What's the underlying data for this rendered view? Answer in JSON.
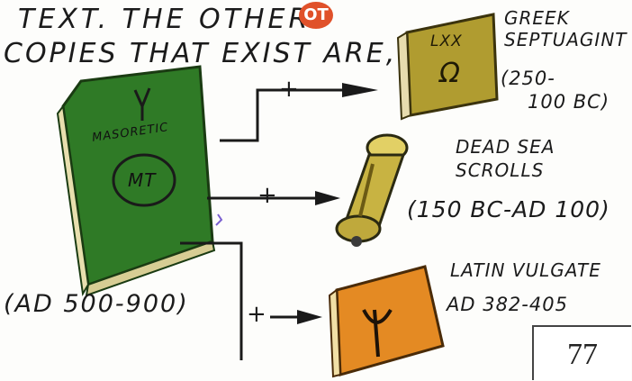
{
  "header": {
    "line1": "TEXT. THE OTHER",
    "badge": "OT",
    "line2": "COPIES THAT EXIST ARE,"
  },
  "masoretic_book": {
    "cover_word": "MASORETIC",
    "emblem": "MT",
    "date": "(AD 500-900)",
    "color": "#3f8a2e"
  },
  "septuagint": {
    "cover_text": "LXX",
    "symbol": "Ω",
    "label_line1": "GREEK",
    "label_line2": "SEPTUAGINT",
    "date_line1": "(250-",
    "date_line2": "100 BC)",
    "color": "#b8a53a"
  },
  "dead_sea_scrolls": {
    "label_line1": "DEAD SEA",
    "label_line2": "SCROLLS",
    "date": "(150 BC-AD 100)",
    "color": "#c9b43e"
  },
  "vulgate": {
    "label": "LATIN VULGATE",
    "date": "AD 382-405",
    "color": "#e79a2c"
  },
  "arrows": {
    "symbol": "+"
  },
  "page": {
    "number": "77"
  }
}
